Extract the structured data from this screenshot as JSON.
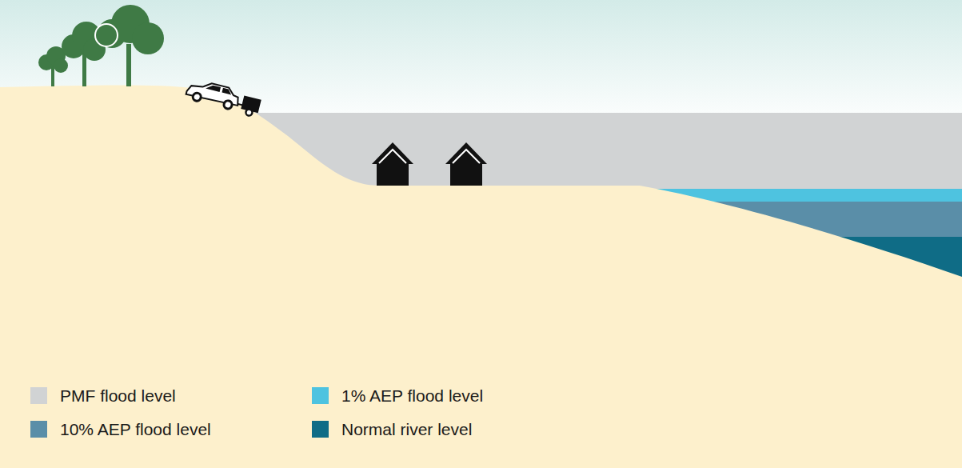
{
  "diagram": {
    "legend": [
      {
        "text": "PMF flood level",
        "color": "#d1d3d4"
      },
      {
        "text": "1% AEP flood level",
        "color": "#4ec3e0"
      },
      {
        "text": "10% AEP flood level",
        "color": "#5a8ea8"
      },
      {
        "text": "Normal river level",
        "color": "#0f6c86"
      }
    ]
  }
}
